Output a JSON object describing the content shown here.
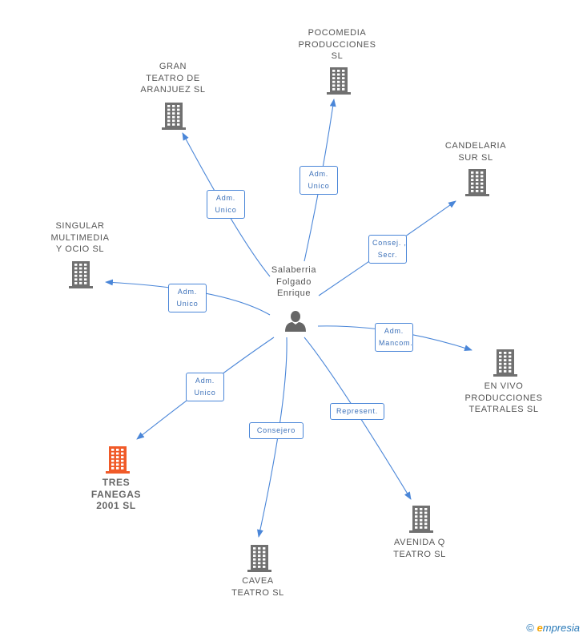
{
  "person": {
    "name_lines": [
      "Salaberria",
      "Folgado",
      "Enrique"
    ],
    "icon": "person-icon"
  },
  "companies": [
    {
      "id": "gran-teatro-de-aranjuez",
      "lines": [
        "GRAN",
        "TEATRO DE",
        "ARANJUEZ  SL"
      ],
      "role": [
        "Adm.",
        "Unico"
      ],
      "highlight": false
    },
    {
      "id": "pocomedia-producciones",
      "lines": [
        "POCOMEDIA",
        "PRODUCCIONES",
        "SL"
      ],
      "role": [
        "Adm.",
        "Unico"
      ],
      "highlight": false
    },
    {
      "id": "candelaria-sur",
      "lines": [
        "CANDELARIA",
        "SUR SL"
      ],
      "role": [
        "Consej. ,",
        "Secr."
      ],
      "highlight": false
    },
    {
      "id": "singular-multimedia",
      "lines": [
        "SINGULAR",
        "MULTIMEDIA",
        "Y OCIO  SL"
      ],
      "role": [
        "Adm.",
        "Unico"
      ],
      "highlight": false
    },
    {
      "id": "en-vivo-producciones",
      "lines": [
        "EN VIVO",
        "PRODUCCIONES",
        "TEATRALES SL"
      ],
      "role": [
        "Adm.",
        "Mancom."
      ],
      "highlight": false
    },
    {
      "id": "tres-fanegas",
      "lines": [
        "TRES",
        "FANEGAS",
        "2001  SL"
      ],
      "role": [
        "Adm.",
        "Unico"
      ],
      "highlight": true
    },
    {
      "id": "cavea-teatro",
      "lines": [
        "CAVEA",
        "TEATRO SL"
      ],
      "role": [
        "Consejero"
      ],
      "highlight": false
    },
    {
      "id": "avenida-q-teatro",
      "lines": [
        "AVENIDA Q",
        "TEATRO SL"
      ],
      "role": [
        "Represent."
      ],
      "highlight": false
    }
  ],
  "colors": {
    "edge": "#4a86d8",
    "building": "#707070",
    "building_highlight": "#f05a28",
    "person": "#666666"
  },
  "footer": {
    "copyright": "©",
    "brand_initial": "e",
    "brand_rest": "mpresia"
  }
}
